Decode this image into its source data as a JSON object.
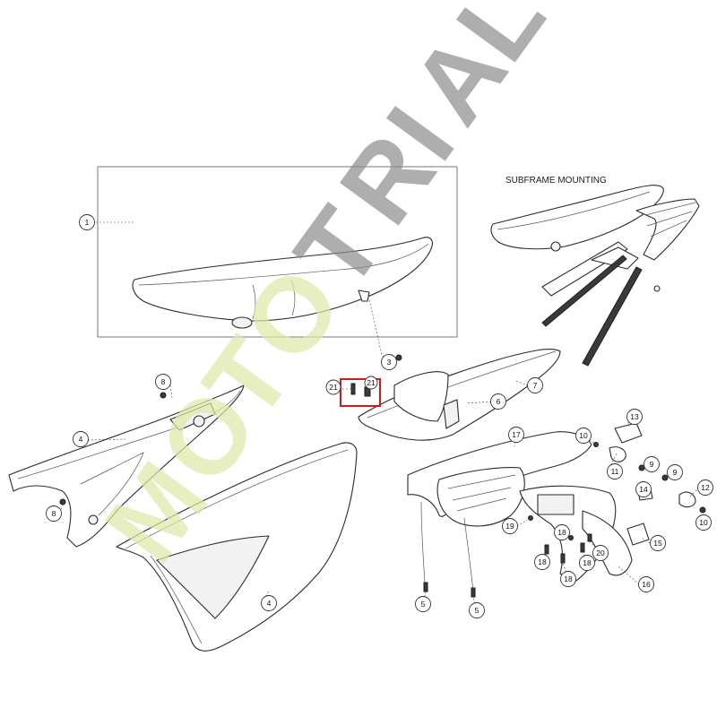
{
  "diagram": {
    "section_label": "SUBFRAME MOUNTING",
    "watermark": {
      "letters": [
        "M",
        "O",
        "T",
        "O",
        "T",
        "R",
        "I",
        "A",
        "L"
      ],
      "colors": [
        "#dde9a6",
        "#dde9a6",
        "#dde9a6",
        "#dde9a6",
        "#8f8f8f",
        "#8f8f8f",
        "#8f8f8f",
        "#8f8f8f",
        "#8f8f8f"
      ]
    },
    "highlight_color": "#d11a1a",
    "callouts": [
      "1",
      "3",
      "8",
      "4",
      "8",
      "4",
      "21",
      "21",
      "6",
      "7",
      "13",
      "10",
      "17",
      "11",
      "9",
      "9",
      "14",
      "12",
      "19",
      "10",
      "18",
      "18",
      "18",
      "18",
      "20",
      "15",
      "16",
      "5",
      "5"
    ]
  }
}
